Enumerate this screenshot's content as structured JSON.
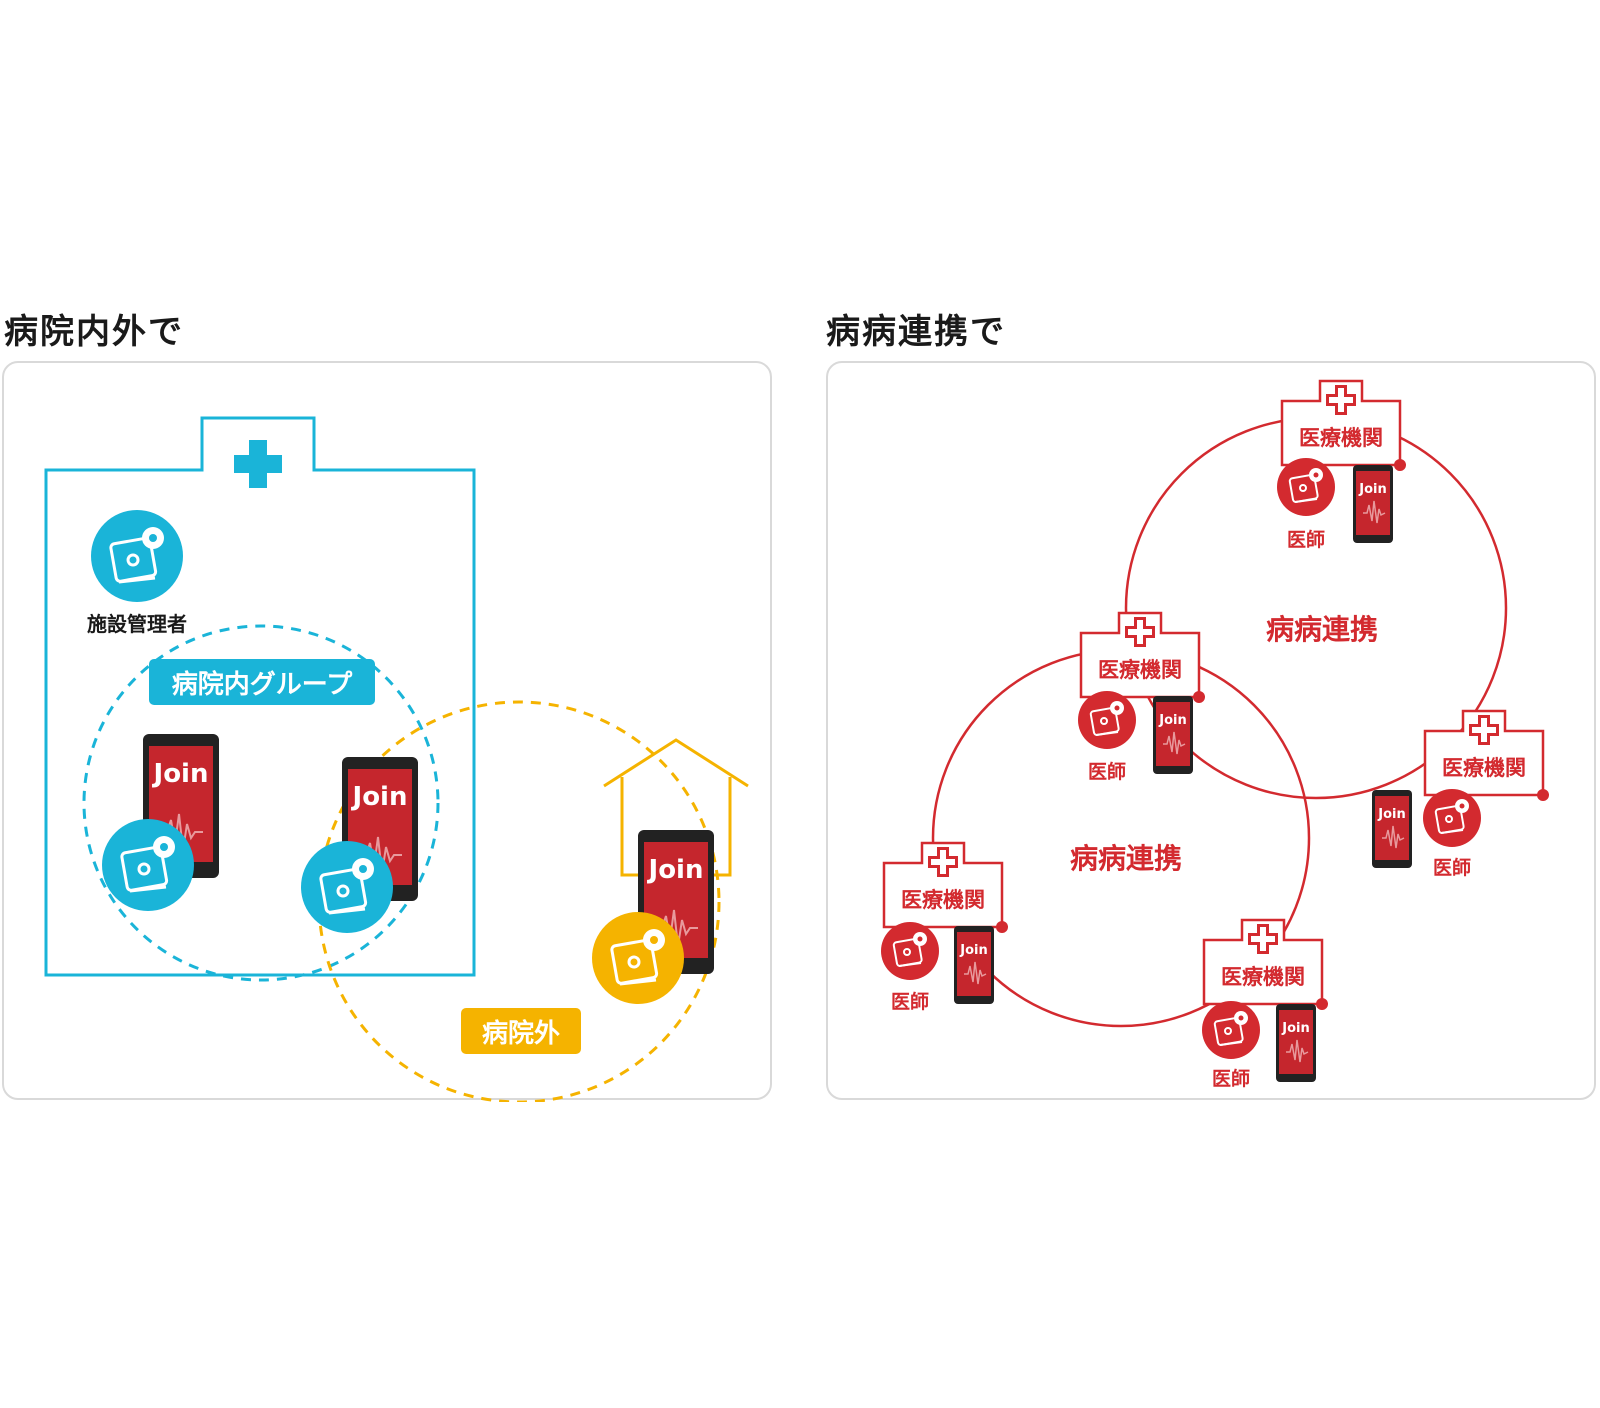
{
  "left": {
    "title": "病院内外で",
    "facility_admin_label": "施設管理者",
    "in_hospital_group_label": "病院内グループ",
    "outside_hospital_label": "病院外",
    "phone_text": "Join"
  },
  "right": {
    "title": "病病連携で",
    "network_label": "病病連携",
    "institution_label": "医療機関",
    "doctor_label": "医師",
    "phone_text": "Join"
  },
  "colors": {
    "cyan": "#1ab4d8",
    "yellow": "#f5b300",
    "red": "#d32a2f",
    "phone_red": "#c5262d",
    "phone_black": "#222222"
  }
}
